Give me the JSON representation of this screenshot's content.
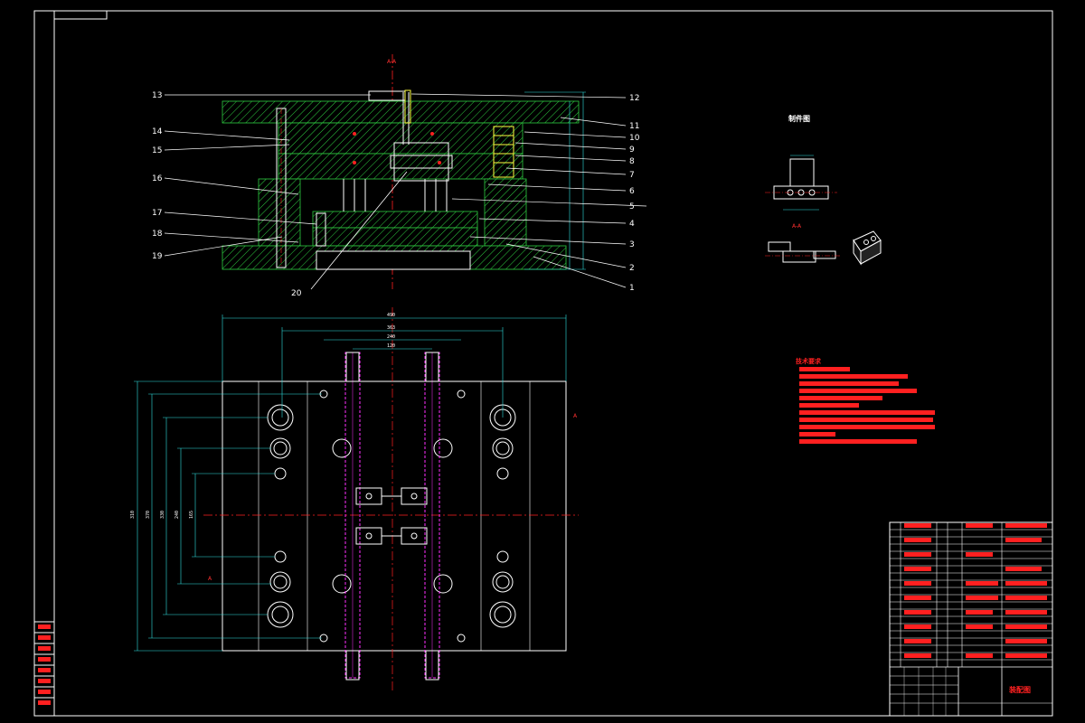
{
  "drawing": {
    "section_label_top": "A-A",
    "view_label_side": "A",
    "part_view_title": "制件图",
    "part_section_label": "A-A",
    "tech_req_title": "技术要求",
    "title_block_name": "装配图"
  },
  "callouts_left": [
    "13",
    "14",
    "15",
    "16",
    "17",
    "18",
    "19"
  ],
  "callout_bottom": "20",
  "callouts_right": [
    "12",
    "11",
    "10",
    "9",
    "8",
    "7",
    "6",
    "5",
    "4",
    "3",
    "2",
    "1"
  ],
  "dimensions_top_view": [
    "490",
    "363",
    "240",
    "120"
  ],
  "dimensions_left_view": [
    "310",
    "370",
    "330",
    "240",
    "165"
  ],
  "tech_requirements": [
    "1. ",
    "2. ",
    "3. ",
    "4. ",
    "5. ",
    "6. ",
    "7. ",
    "8. ",
    "9. "
  ],
  "bom_item_numbers": [
    "20",
    "19",
    "18",
    "17",
    "16",
    "15",
    "14",
    "13",
    "12",
    "11",
    "10",
    "9",
    "8",
    "7",
    "6",
    "5",
    "4",
    "3",
    "2",
    "1"
  ],
  "colors": {
    "background": "#000000",
    "line": "#ffffff",
    "hatch": "#2ecc40",
    "red": "#ff2020",
    "magenta": "#ff30ff",
    "cyan": "#30e0e0",
    "yellow": "#ffff40"
  }
}
